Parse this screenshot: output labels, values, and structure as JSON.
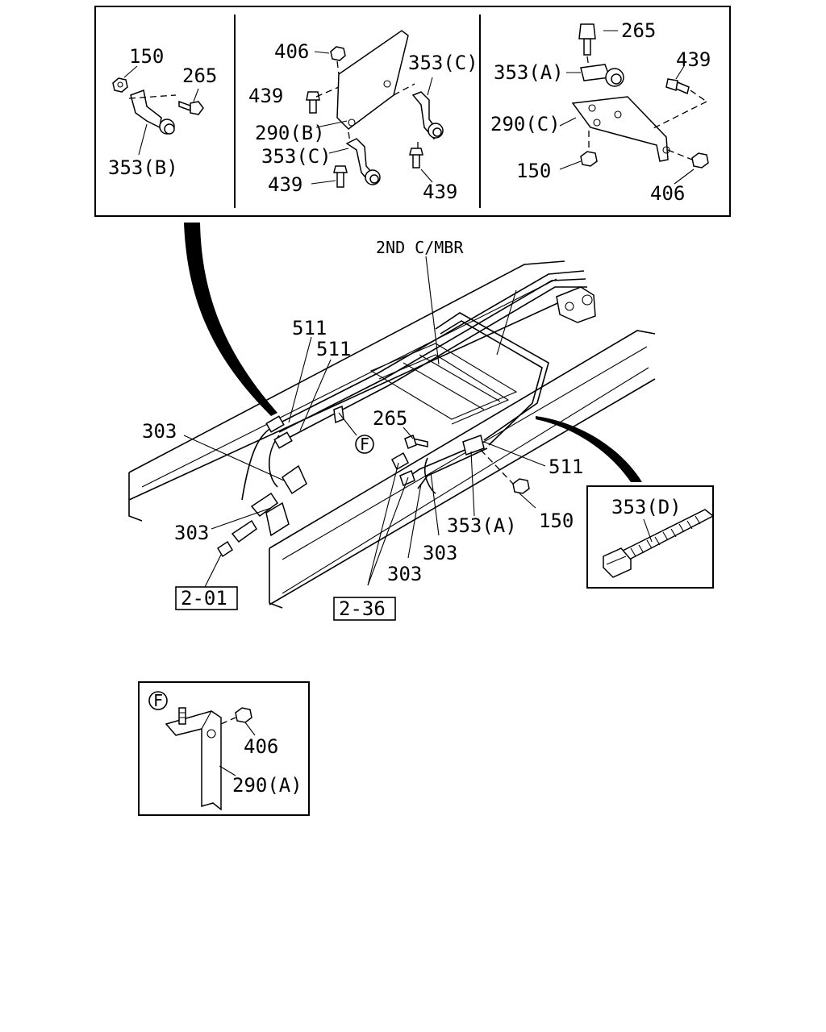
{
  "labels": {
    "p150": "150",
    "p265": "265",
    "p353B": "353(B)",
    "p406": "406",
    "p439": "439",
    "p353C": "353(C)",
    "p290B": "290(B)",
    "p353A": "353(A)",
    "p290C": "290(C)",
    "p2nd": "2ND C/MBR",
    "p511": "511",
    "p303": "303",
    "pF": "F",
    "p201": "2-01",
    "p236": "2-36",
    "p353D": "353(D)",
    "p290A": "290(A)"
  }
}
